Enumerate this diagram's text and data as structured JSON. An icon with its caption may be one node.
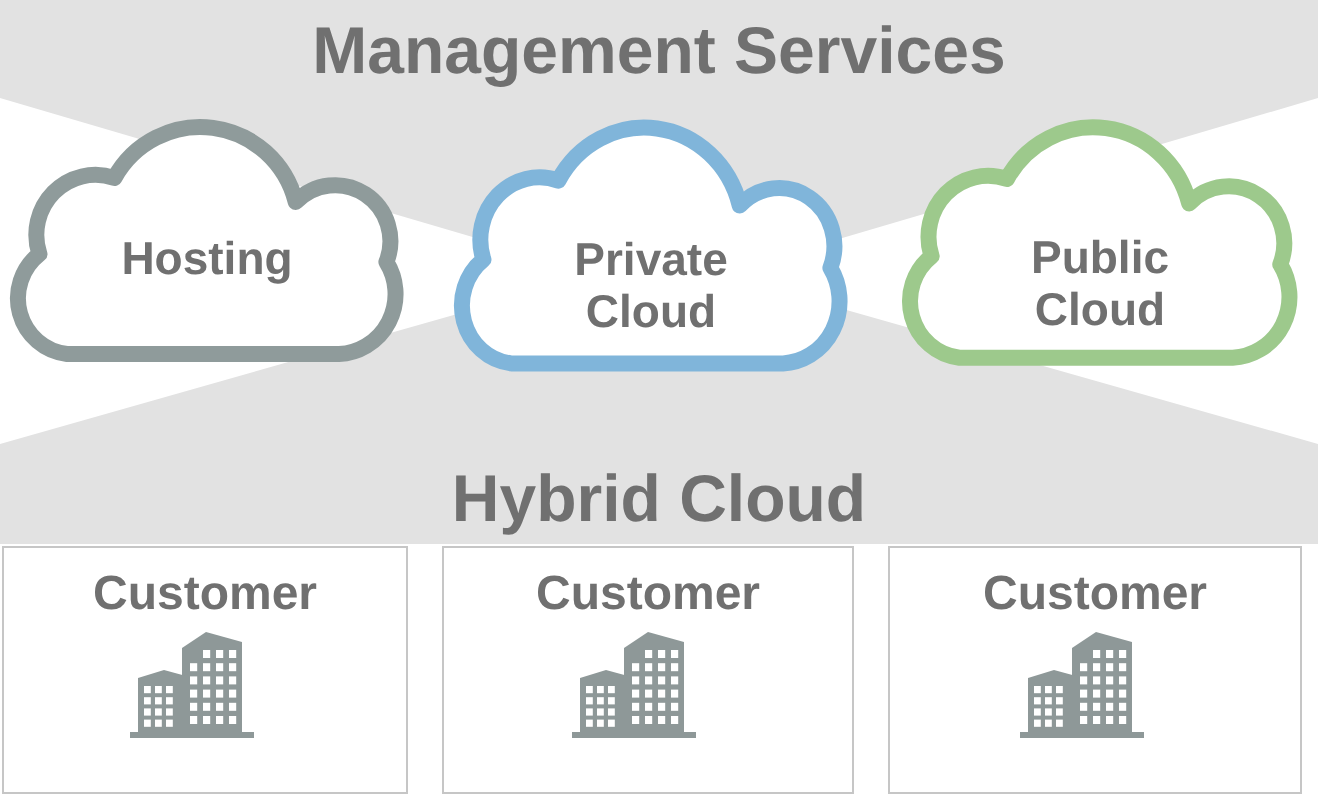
{
  "diagram": {
    "nodes": [
      {
        "text": [
          "Management Services",
          "Hybrid Cloud"
        ]
      },
      {
        "text": [
          "Hosting"
        ],
        "in": 0
      },
      {
        "text": [
          "Private Cloud"
        ],
        "in": 0
      },
      {
        "text": [
          "Public Cloud"
        ],
        "in": 0
      },
      {
        "text": [
          "Customer"
        ]
      },
      {
        "text": [
          "Customer"
        ]
      },
      {
        "text": [
          "Customer"
        ]
      }
    ]
  }
}
